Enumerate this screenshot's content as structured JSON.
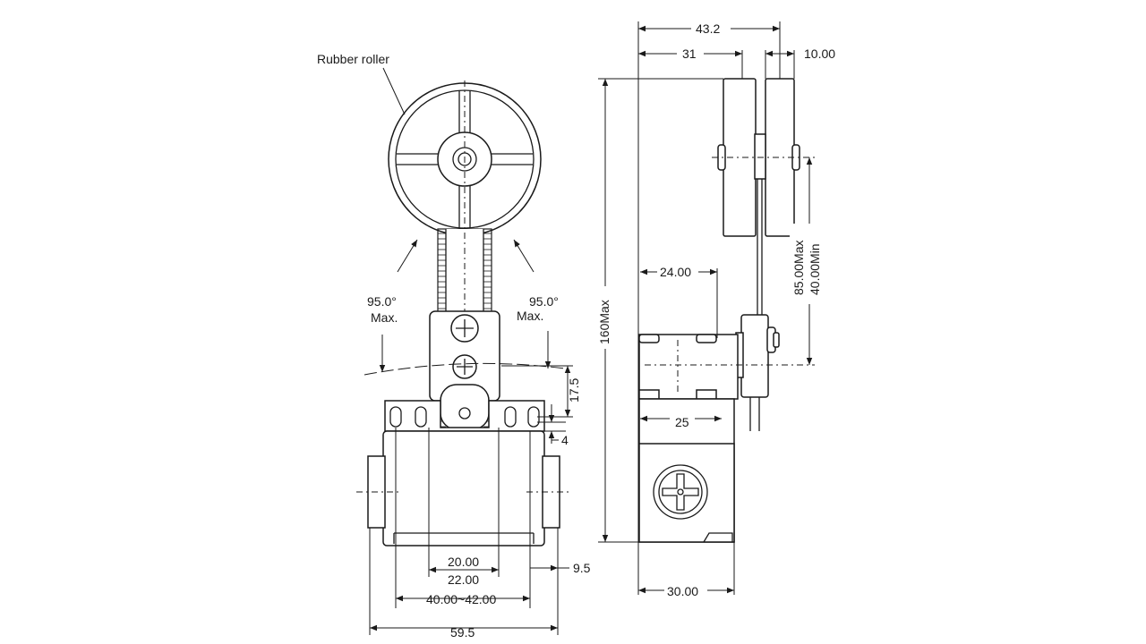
{
  "labels": {
    "rubber_roller": "Rubber roller",
    "angle_left": "95.0°",
    "angle_left_max": "Max.",
    "angle_right": "95.0°",
    "angle_right_max": "Max."
  },
  "dims_front": {
    "d_17_5": "17.5",
    "d_4": "4",
    "d_20": "20.00",
    "d_22": "22.00",
    "d_9_5": "9.5",
    "d_40_42": "40.00~42.00",
    "d_59_5": "59.5"
  },
  "dims_side": {
    "d_43_2": "43.2",
    "d_31": "31",
    "d_10": "10.00",
    "d_160": "160Max",
    "d_24": "24.00",
    "d_85": "85.00Max",
    "d_40min": "40.00Min",
    "d_25": "25",
    "d_30": "30.00"
  }
}
